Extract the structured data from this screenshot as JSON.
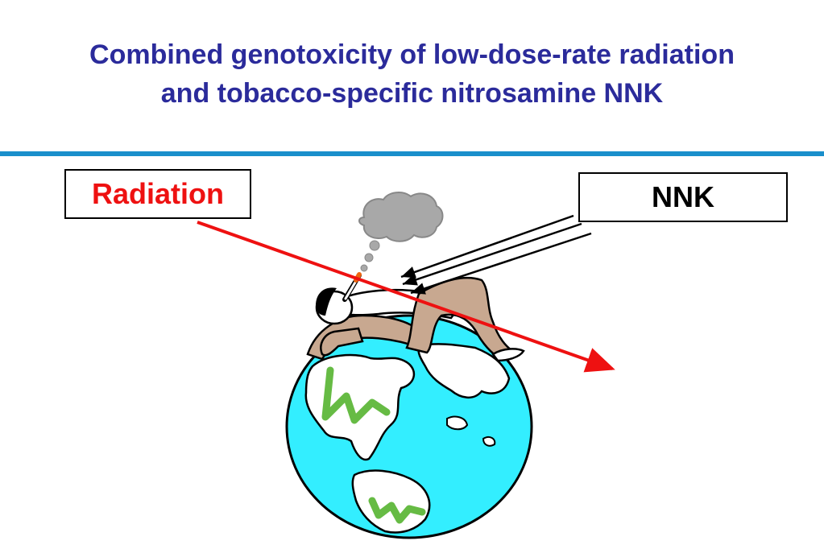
{
  "title": {
    "line1": "Combined genotoxicity of low-dose-rate radiation",
    "line2": "and tobacco-specific nitrosamine NNK"
  },
  "labels": {
    "radiation": "Radiation",
    "nnk": "NNK"
  },
  "colors": {
    "title": "#2b2b9b",
    "divider": "#1a8fcb",
    "radiation": "#ee1111",
    "ocean": "#33eeff",
    "land": "#ffffff",
    "vegetation": "#66bb44",
    "skin_clothing": "#c8a890",
    "smoke": "#a8a8a8",
    "cigarette_tip": "#ee6611"
  },
  "icons": {
    "globe": "earth-globe-icon",
    "person": "reclining-smoker-figure",
    "smoke": "smoke-cloud-icon"
  }
}
